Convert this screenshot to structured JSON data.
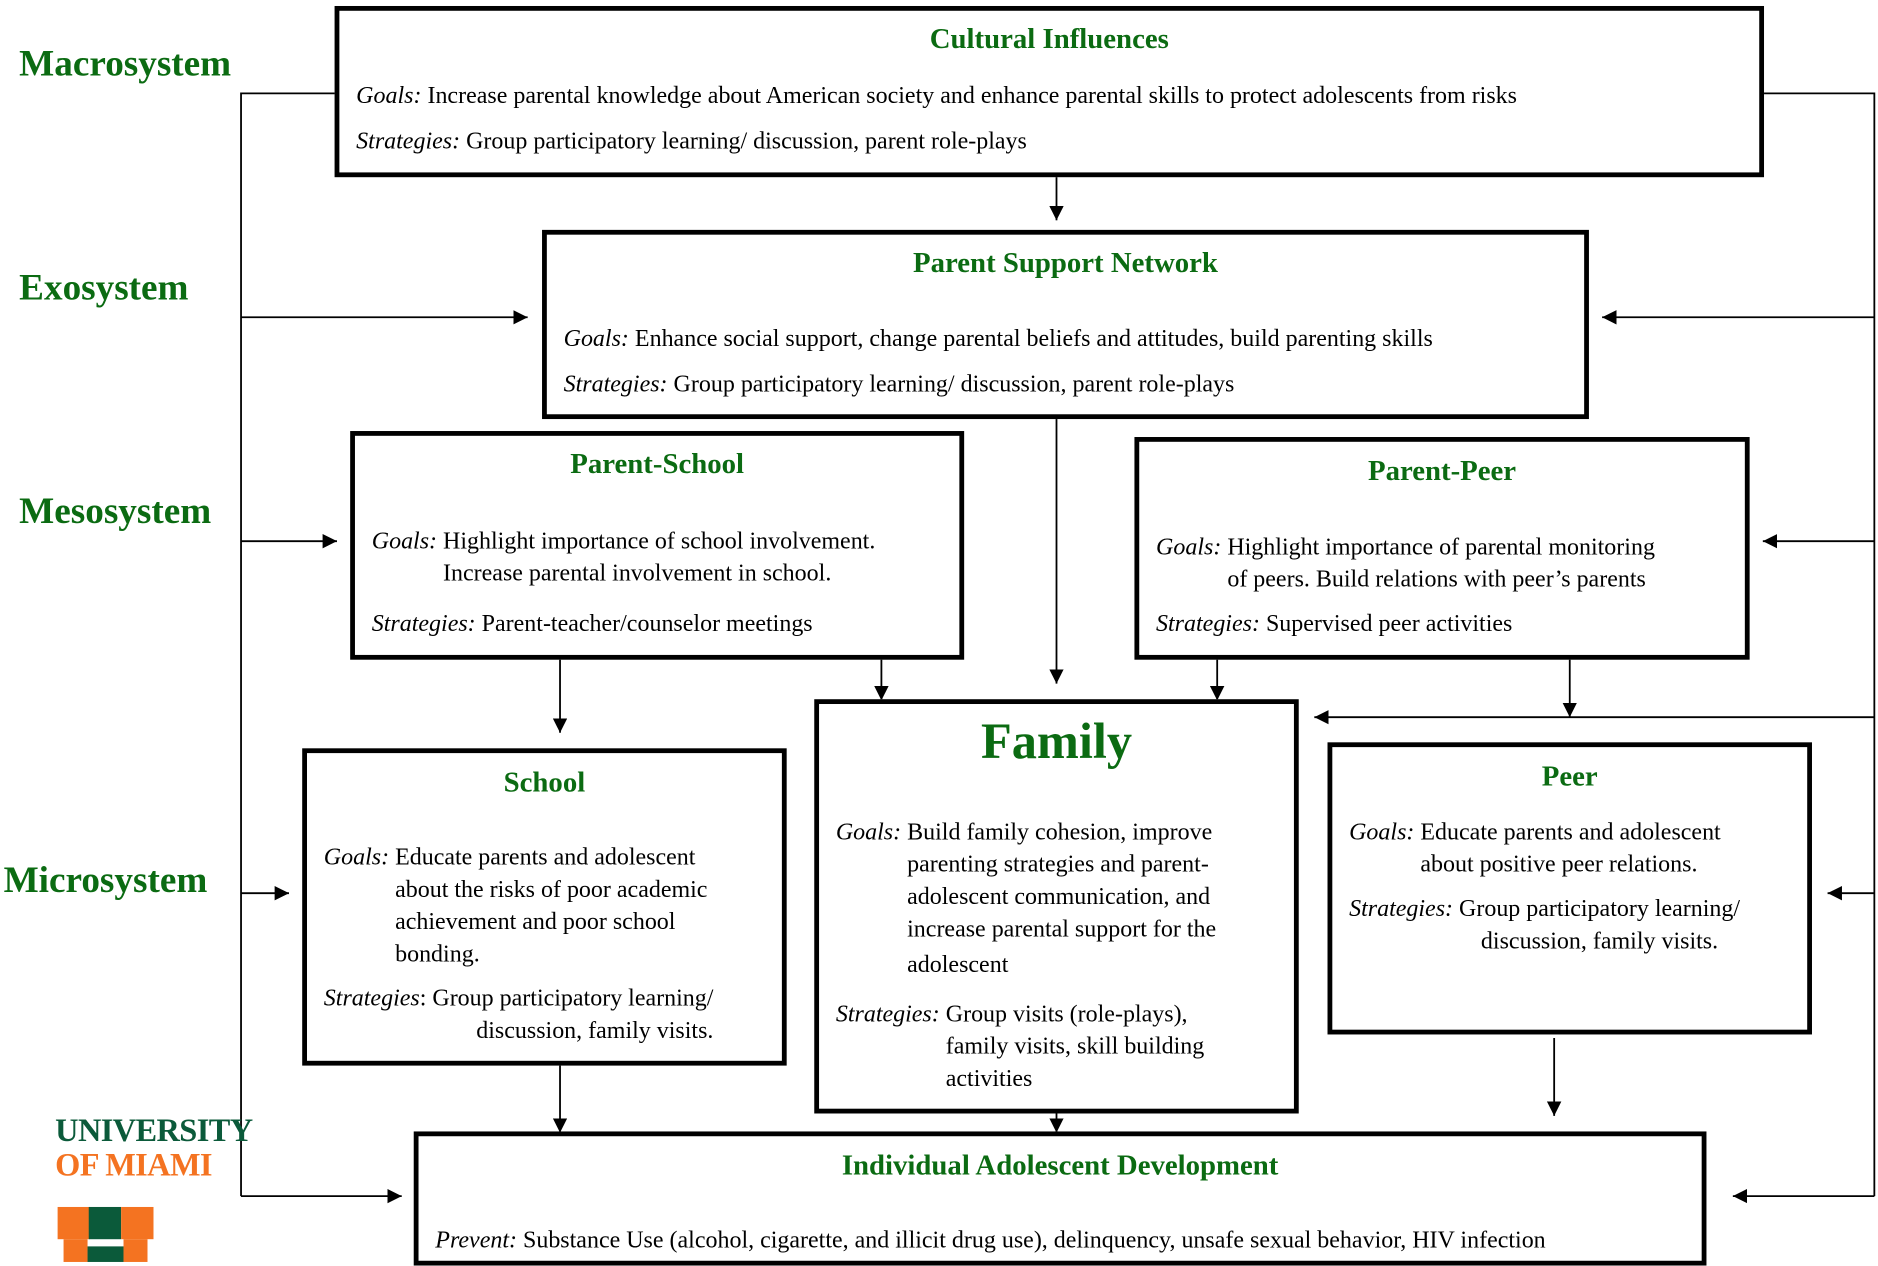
{
  "levels": {
    "macrosystem": "Macrosystem",
    "exosystem": "Exosystem",
    "mesosystem": "Mesosystem",
    "microsystem": "Microsystem"
  },
  "boxes": {
    "cultural": {
      "title": "Cultural Influences",
      "goals_label": "Goals:",
      "goals": "Increase parental knowledge about American society and enhance parental skills to protect adolescents from risks",
      "strategies_label": "Strategies:",
      "strategies": "Group participatory learning/ discussion, parent role-plays"
    },
    "support": {
      "title": "Parent Support Network",
      "goals_label": "Goals:",
      "goals": "Enhance social support, change parental beliefs and attitudes, build parenting skills",
      "strategies_label": "Strategies:",
      "strategies": "Group participatory learning/ discussion, parent role-plays"
    },
    "parent_school": {
      "title": "Parent-School",
      "goals_label": "Goals:",
      "goals_lines": [
        "Highlight importance of school involvement.",
        "Increase parental involvement in school."
      ],
      "strategies_label": "Strategies:",
      "strategies": "Parent-teacher/counselor meetings"
    },
    "parent_peer": {
      "title": "Parent-Peer",
      "goals_label": "Goals:",
      "goals_lines": [
        "Highlight importance of parental monitoring",
        "of peers. Build relations with peer’s parents"
      ],
      "strategies_label": "Strategies:",
      "strategies": "Supervised peer activities"
    },
    "school": {
      "title": "School",
      "goals_label": "Goals:",
      "goals_lines": [
        "Educate parents and adolescent",
        "about the risks of poor academic",
        "achievement and poor school",
        "bonding."
      ],
      "strategies_label": "Strategies",
      "strategies_lines": [
        ": Group participatory learning/",
        "discussion, family visits."
      ]
    },
    "family": {
      "title": "Family",
      "goals_label": "Goals:",
      "goals_lines": [
        "Build family cohesion, improve",
        "parenting strategies and parent-",
        "adolescent communication, and",
        "increase parental support for the",
        "adolescent"
      ],
      "strategies_label": "Strategies:",
      "strategies_lines": [
        "Group visits (role-plays),",
        "family visits, skill building",
        "activities"
      ]
    },
    "peer": {
      "title": "Peer",
      "goals_label": "Goals:",
      "goals_lines": [
        "Educate parents and adolescent",
        "about positive peer relations."
      ],
      "strategies_label": "Strategies:",
      "strategies_lines": [
        "Group participatory learning/",
        "discussion, family visits."
      ]
    },
    "individual": {
      "title": "Individual Adolescent Development",
      "prevent_label": "Prevent:",
      "prevent": "Substance Use (alcohol, cigarette, and illicit drug use), delinquency, unsafe sexual behavior, HIV infection"
    }
  },
  "logo": {
    "line1": "UNIVERSITY",
    "line2": "OF MIAMI",
    "color_line1": "#0b5a3a",
    "color_line2": "#f47321",
    "mark": "U-logo-icon"
  },
  "colors": {
    "heading": "#0b6b12",
    "border": "#000000"
  }
}
